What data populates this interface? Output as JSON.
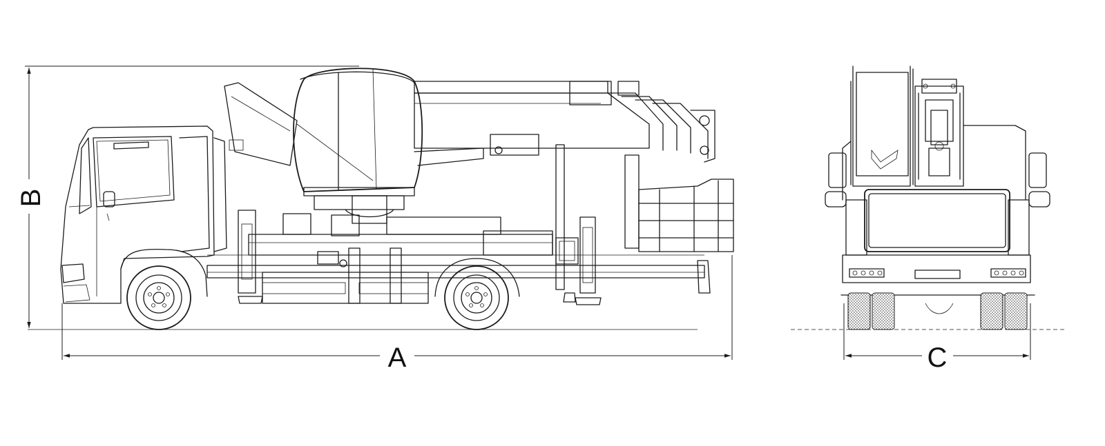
{
  "dimensions": {
    "length_label": "A",
    "height_label": "B",
    "width_label": "C"
  },
  "colors": {
    "line": "#1a1a1a",
    "background": "#ffffff"
  }
}
